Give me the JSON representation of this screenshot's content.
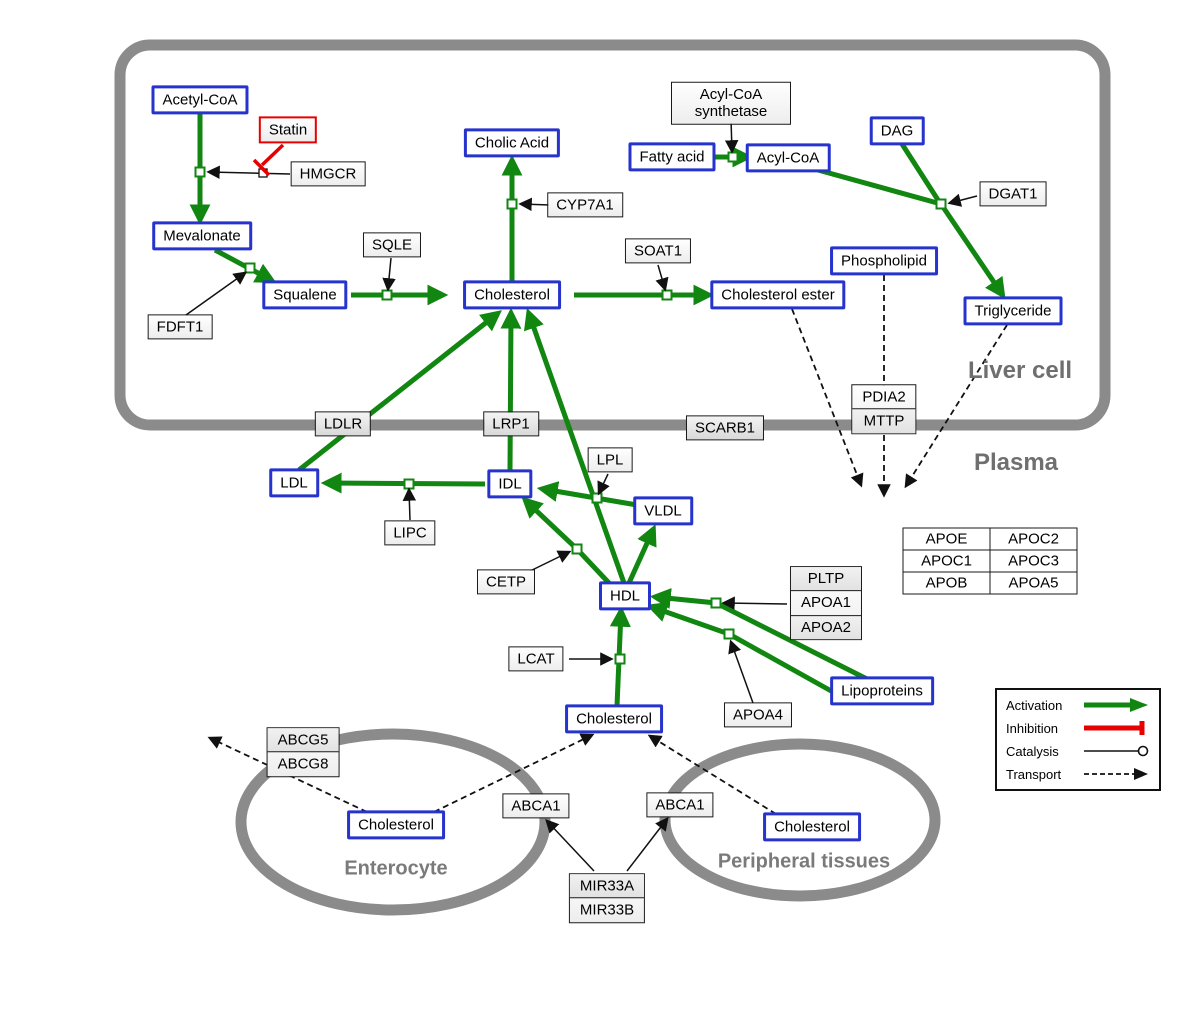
{
  "compartments": {
    "liver_label": "Liver cell",
    "plasma_label": "Plasma",
    "enterocyte_label": "Enterocyte",
    "peripheral_label": "Peripheral tissues"
  },
  "metabolites": {
    "acetyl_coa": "Acetyl-CoA",
    "mevalonate": "Mevalonate",
    "squalene": "Squalene",
    "cholesterol": "Cholesterol",
    "cholic_acid": "Cholic Acid",
    "fatty_acid": "Fatty acid",
    "acyl_coa": "Acyl-CoA",
    "dag": "DAG",
    "phospholipid": "Phospholipid",
    "cholesterol_ester": "Cholesterol ester",
    "triglyceride": "Triglyceride",
    "ldl": "LDL",
    "idl": "IDL",
    "vldl": "VLDL",
    "hdl": "HDL",
    "lipoproteins": "Lipoproteins"
  },
  "enzymes": {
    "statin": "Statin",
    "hmgcr": "HMGCR",
    "fdft1": "FDFT1",
    "sqle": "SQLE",
    "cyp7a1": "CYP7A1",
    "soat1": "SOAT1",
    "acyl_coa_synthetase": "Acyl-CoA synthetase",
    "dgat1": "DGAT1",
    "ldlr": "LDLR",
    "lrp1": "LRP1",
    "scarb1": "SCARB1",
    "lpl": "LPL",
    "lipc": "LIPC",
    "cetp": "CETP",
    "lcat": "LCAT",
    "apoa4": "APOA4",
    "abca1": "ABCA1"
  },
  "stacks": {
    "pdia2_mttp": [
      "PDIA2",
      "MTTP"
    ],
    "pltp_apoa": [
      "PLTP",
      "APOA1",
      "APOA2"
    ],
    "abcg": [
      "ABCG5",
      "ABCG8"
    ],
    "mir33": [
      "MIR33A",
      "MIR33B"
    ]
  },
  "apo_table": {
    "rows": [
      [
        "APOE",
        "APOC2"
      ],
      [
        "APOC1",
        "APOC3"
      ],
      [
        "APOB",
        "APOA5"
      ]
    ]
  },
  "legend": {
    "activation": "Activation",
    "inhibition": "Inhibition",
    "catalysis": "Catalysis",
    "transport": "Transport"
  },
  "colors": {
    "activation": "#118611",
    "inhibition": "#e60000",
    "metabolite_border": "#2633cc",
    "compartment": "#8b8b8b"
  }
}
